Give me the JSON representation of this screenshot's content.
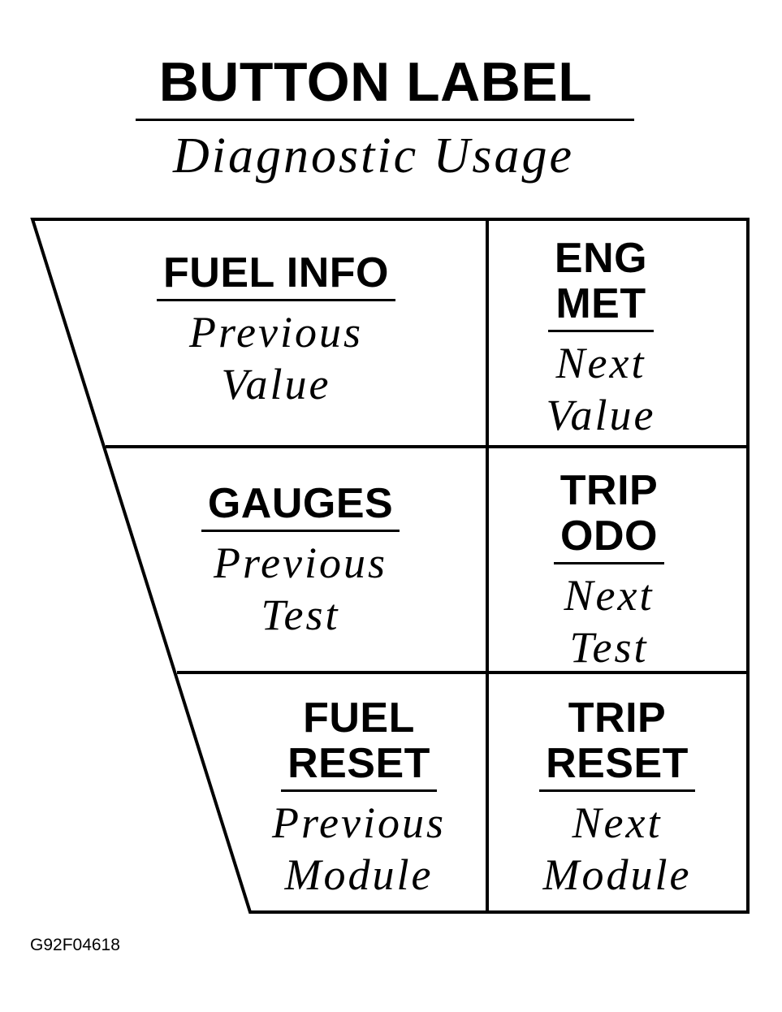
{
  "header": {
    "label": "BUTTON LABEL",
    "usage": "Diagnostic Usage"
  },
  "buttons": [
    {
      "label_lines": [
        "FUEL INFO"
      ],
      "usage_lines": [
        "Previous",
        "Value"
      ]
    },
    {
      "label_lines": [
        "ENG",
        "MET"
      ],
      "usage_lines": [
        "Next",
        "Value"
      ]
    },
    {
      "label_lines": [
        "GAUGES"
      ],
      "usage_lines": [
        "Previous",
        "Test"
      ]
    },
    {
      "label_lines": [
        "TRIP",
        "ODO"
      ],
      "usage_lines": [
        "Next",
        "Test"
      ]
    },
    {
      "label_lines": [
        "FUEL",
        "RESET"
      ],
      "usage_lines": [
        "Previous",
        "Module"
      ]
    },
    {
      "label_lines": [
        "TRIP",
        "RESET"
      ],
      "usage_lines": [
        "Next",
        "Module"
      ]
    }
  ],
  "figure_id": "G92F04618"
}
